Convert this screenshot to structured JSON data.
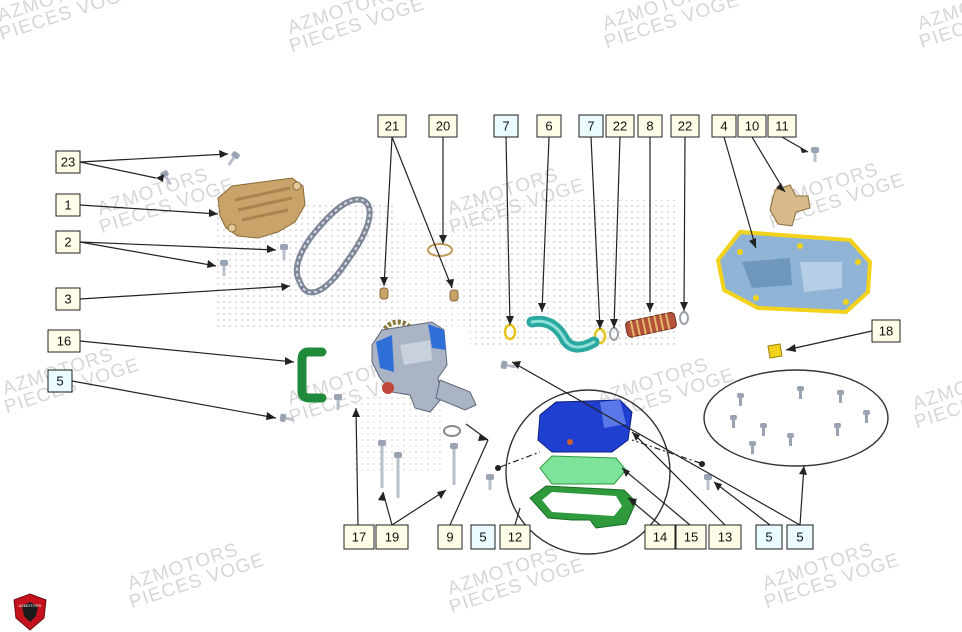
{
  "watermark": {
    "line1": "AZMOTORS",
    "line2": "PIECES VOGE"
  },
  "logo": {
    "text": "AZMOTORS"
  },
  "callouts": [
    {
      "id": "23",
      "label": "23"
    },
    {
      "id": "1",
      "label": "1"
    },
    {
      "id": "2",
      "label": "2"
    },
    {
      "id": "3",
      "label": "3"
    },
    {
      "id": "16",
      "label": "16"
    },
    {
      "id": "5a",
      "label": "5"
    },
    {
      "id": "21",
      "label": "21"
    },
    {
      "id": "20",
      "label": "20"
    },
    {
      "id": "7a",
      "label": "7"
    },
    {
      "id": "6",
      "label": "6"
    },
    {
      "id": "7b",
      "label": "7"
    },
    {
      "id": "22a",
      "label": "22"
    },
    {
      "id": "8",
      "label": "8"
    },
    {
      "id": "22b",
      "label": "22"
    },
    {
      "id": "4",
      "label": "4"
    },
    {
      "id": "10",
      "label": "10"
    },
    {
      "id": "11",
      "label": "11"
    },
    {
      "id": "18",
      "label": "18"
    },
    {
      "id": "17",
      "label": "17"
    },
    {
      "id": "19",
      "label": "19"
    },
    {
      "id": "9",
      "label": "9"
    },
    {
      "id": "5b",
      "label": "5"
    },
    {
      "id": "12",
      "label": "12"
    },
    {
      "id": "14",
      "label": "14"
    },
    {
      "id": "15",
      "label": "15"
    },
    {
      "id": "13",
      "label": "13"
    },
    {
      "id": "5c",
      "label": "5"
    },
    {
      "id": "5d",
      "label": "5"
    }
  ],
  "colors": {
    "cover_bronze": "#c9a46a",
    "pump_blue": "#2f6fd8",
    "sump_blue": "#8fb4d6",
    "strainer_blue": "#1f3fd0",
    "gasket_green": "#2e9a3c",
    "screen_green": "#7ee39a",
    "hose_teal": "#2aa9a0",
    "filter_brown": "#b5523a",
    "yellow_seal": "#f2d21b"
  }
}
